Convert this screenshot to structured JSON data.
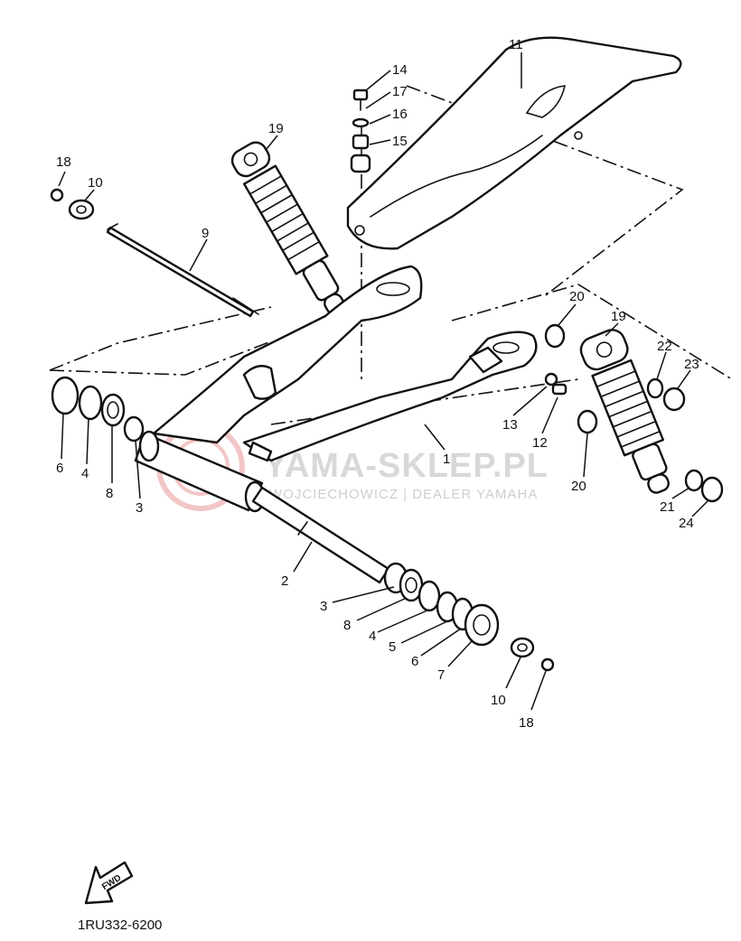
{
  "watermark": {
    "main": "YAMA-SKLEP.PL",
    "sub": "WOJCIECHOWICZ | DEALER YAMAHA"
  },
  "front_arrow_label": "FWD",
  "diagram_code": "1RU332-6200",
  "labels": {
    "c1": "1",
    "c2": "2",
    "c3a": "3",
    "c3b": "3",
    "c4a": "4",
    "c4b": "4",
    "c5": "5",
    "c6a": "6",
    "c6b": "6",
    "c7": "7",
    "c8a": "8",
    "c8b": "8",
    "c9": "9",
    "c10a": "10",
    "c10b": "10",
    "c11": "11",
    "c12": "12",
    "c13": "13",
    "c14": "14",
    "c15": "15",
    "c16": "16",
    "c17": "17",
    "c18a": "18",
    "c18b": "18",
    "c19a": "19",
    "c19b": "19",
    "c20a": "20",
    "c20b": "20",
    "c21": "21",
    "c22": "22",
    "c23": "23",
    "c24": "24"
  }
}
